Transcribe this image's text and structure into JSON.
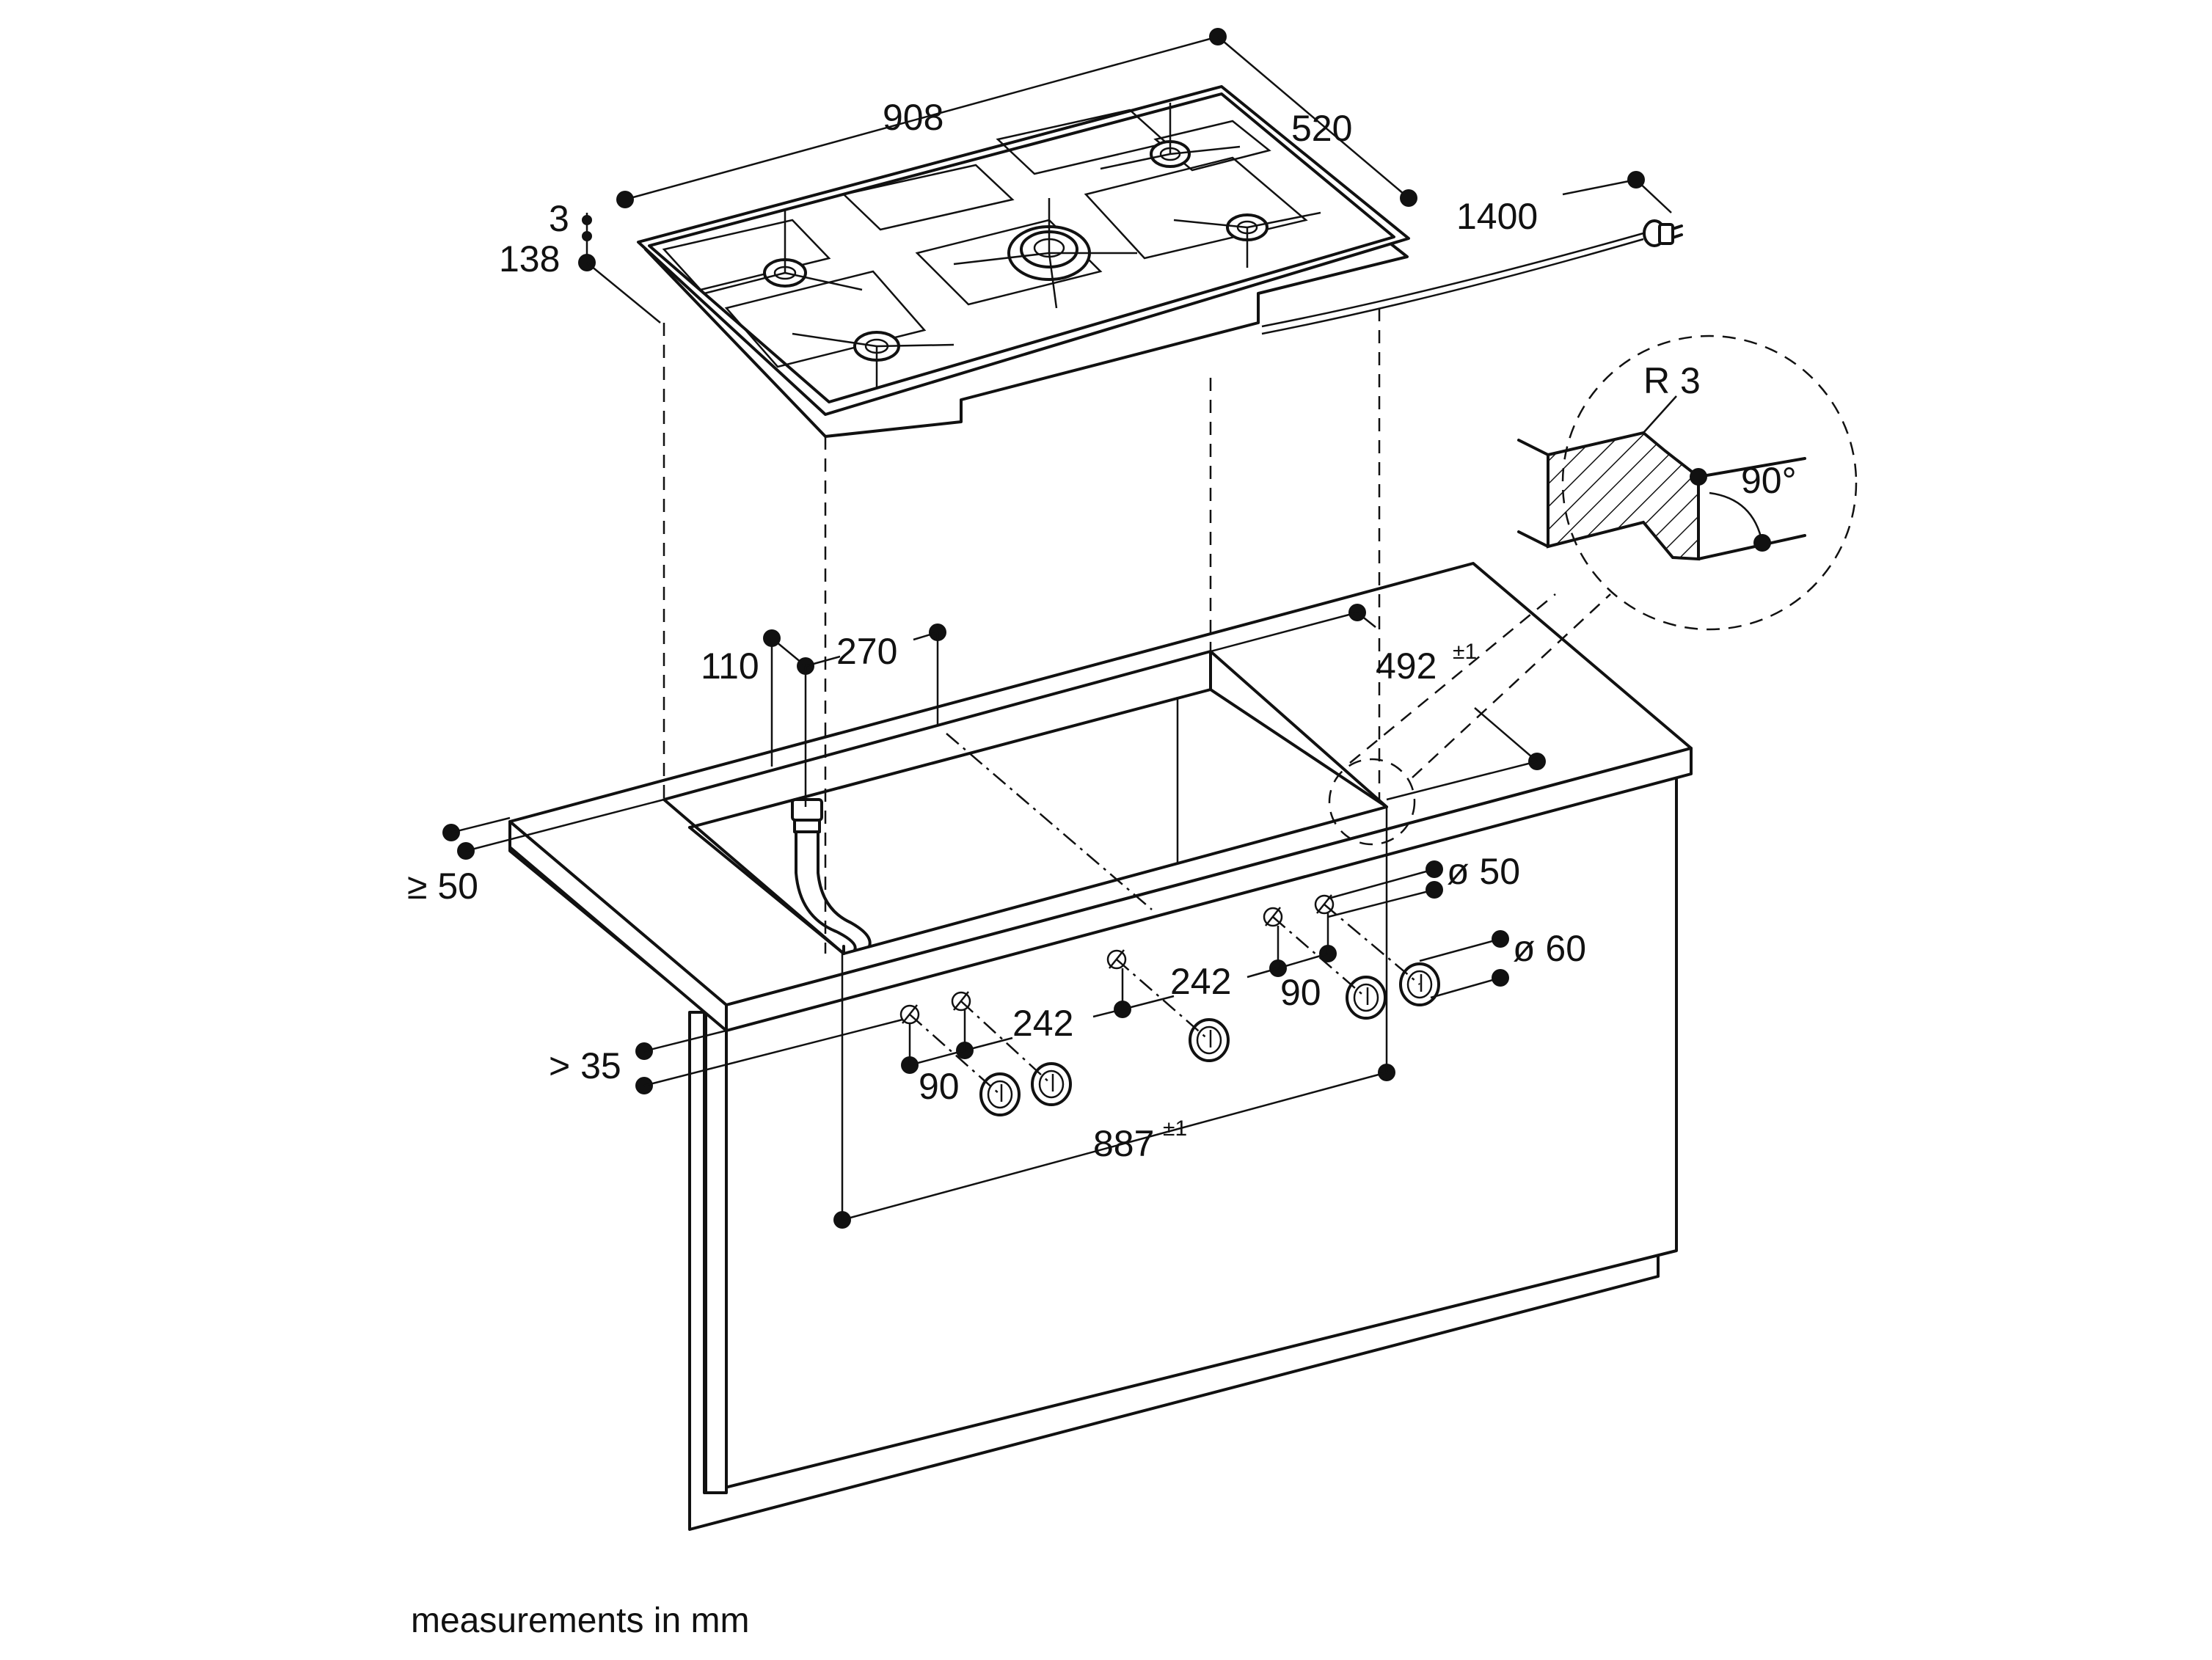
{
  "caption": "measurements in mm",
  "dimensions": {
    "hob_width": "908",
    "hob_depth": "520",
    "hob_height_top": "3",
    "hob_height_total": "138",
    "cable_length": "1400",
    "edge_radius": "R 3",
    "edge_angle": "90°",
    "offset_front": "110",
    "offset_side": "270",
    "cutout_depth": "492",
    "cutout_depth_tol": "±1",
    "front_clearance": "≥ 50",
    "worktop_thickness": "> 35",
    "hole_dia_small": "ø 50",
    "hole_dia_large": "ø 60",
    "spacing_242_left": "242",
    "spacing_242_mid": "242",
    "spacing_90_left": "90",
    "spacing_90_right": "90",
    "cutout_width": "887",
    "cutout_width_tol": "±1"
  },
  "colors": {
    "line": "#111111",
    "background": "#ffffff"
  },
  "icons": [
    "plug-icon",
    "gas-hose-icon",
    "control-knob-icon"
  ]
}
